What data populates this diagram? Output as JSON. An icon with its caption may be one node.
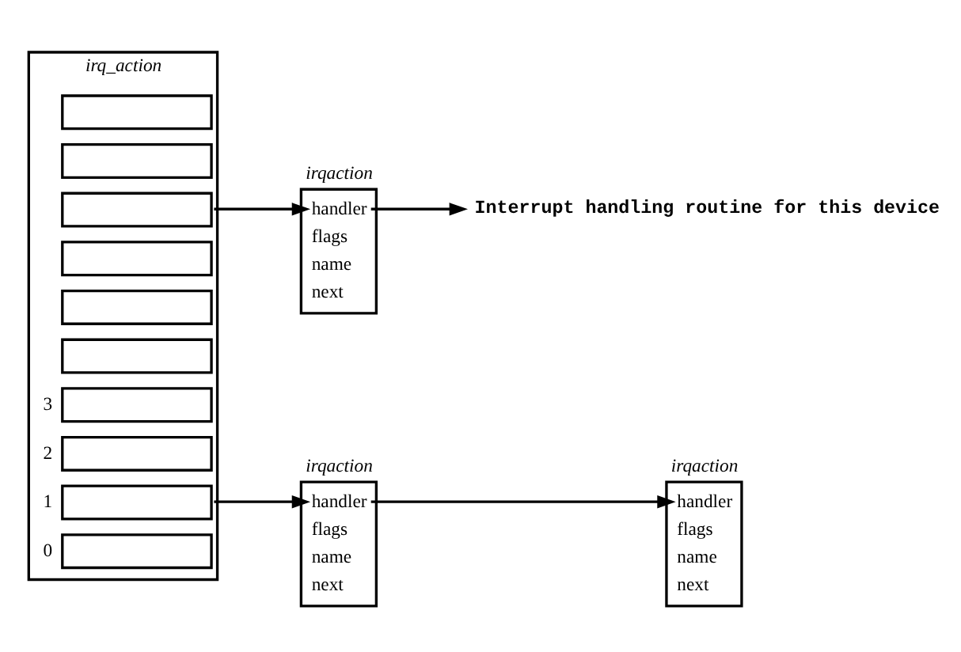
{
  "diagram": {
    "nodes": [
      {
        "text": [
          "irq_action"
        ]
      },
      {
        "text": [],
        "shape": "box",
        "in": 0
      },
      {
        "text": [],
        "shape": "box",
        "in": 0
      },
      {
        "text": [],
        "shape": "box",
        "in": 0
      },
      {
        "text": [],
        "shape": "box",
        "in": 0
      },
      {
        "text": [],
        "shape": "box",
        "in": 0
      },
      {
        "text": [],
        "shape": "box",
        "in": 0
      },
      {
        "text": [],
        "shape": "box",
        "in": 0,
        "beside": [
          "3"
        ]
      },
      {
        "text": [],
        "shape": "box",
        "in": 0,
        "beside": [
          "2"
        ]
      },
      {
        "text": [],
        "shape": "box",
        "in": 0,
        "beside": [
          "1"
        ]
      },
      {
        "text": [],
        "shape": "box",
        "in": 0,
        "beside": [
          "0"
        ]
      },
      {
        "text": [
          "irqaction",
          "handler",
          "flags",
          "name",
          "next"
        ]
      },
      {
        "text": [
          "Interrupt handling routine for this device"
        ]
      },
      {
        "text": [
          "irqaction",
          "handler",
          "flags",
          "name",
          "next"
        ]
      },
      {
        "text": [
          "irqaction",
          "handler",
          "flags",
          "name",
          "next"
        ]
      }
    ],
    "edges": [
      {
        "from": 3,
        "to": 11,
        "arrow": "to"
      },
      {
        "from": 11,
        "to": 12,
        "arrow": "to"
      },
      {
        "from": 9,
        "to": 13,
        "arrow": "to"
      },
      {
        "from": 13,
        "to": 14,
        "arrow": "to"
      }
    ]
  }
}
